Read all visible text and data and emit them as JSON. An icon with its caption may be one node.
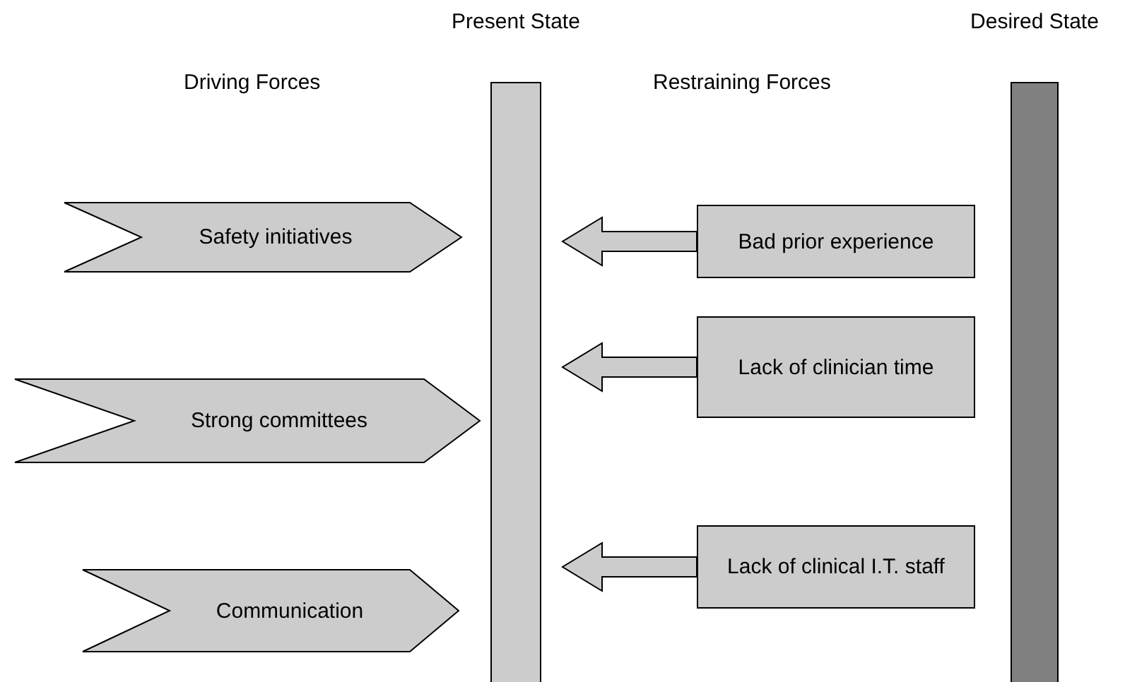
{
  "diagram": {
    "nodes": [
      {
        "text": [
          "Present State"
        ]
      },
      {
        "text": [
          "Desired State"
        ]
      },
      {
        "text": [
          "Safety initiatives"
        ]
      },
      {
        "text": [
          "Strong committees"
        ]
      },
      {
        "text": [
          "Communication"
        ]
      },
      {
        "text": [
          "Bad prior experience"
        ]
      },
      {
        "text": [
          "Lack of clinician time"
        ]
      },
      {
        "text": [
          "Lack of clinical I.T. staff"
        ]
      }
    ],
    "edges": [
      {
        "from": 5,
        "to": 0,
        "arrow": "to"
      },
      {
        "from": 6,
        "to": 0,
        "arrow": "to"
      },
      {
        "from": 7,
        "to": 0,
        "arrow": "to"
      }
    ],
    "labels": [
      "Driving Forces",
      "Restraining Forces"
    ]
  }
}
